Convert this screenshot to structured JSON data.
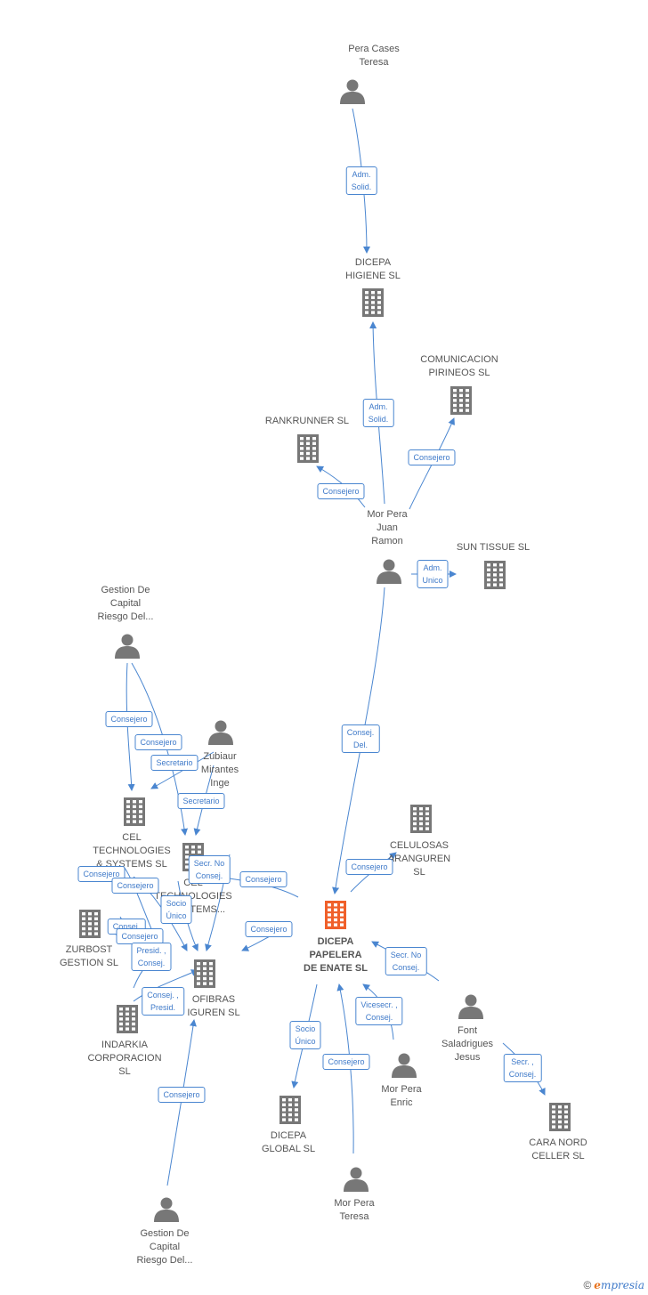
{
  "colors": {
    "edge": "#4a86d0",
    "node": "#777777",
    "focus": "#f0602a",
    "text": "#555555"
  },
  "nodes": [
    {
      "id": "pera_cases",
      "type": "person",
      "label": "Pera Cases\nTeresa"
    },
    {
      "id": "dicepa_higiene",
      "type": "company",
      "label": "DICEPA\nHIGIENE  SL"
    },
    {
      "id": "comunicacion",
      "type": "company",
      "label": "COMUNICACION\nPIRINEOS SL"
    },
    {
      "id": "rankrunner",
      "type": "company",
      "label": "RANKRUNNER SL"
    },
    {
      "id": "mor_juan",
      "type": "person",
      "label": "Mor Pera\nJuan\nRamon"
    },
    {
      "id": "sun_tissue",
      "type": "company",
      "label": "SUN TISSUE SL"
    },
    {
      "id": "gestion1",
      "type": "person",
      "label": "Gestion De\nCapital\nRiesgo Del..."
    },
    {
      "id": "zubiaur",
      "type": "person",
      "label": "Zubiaur\nMirantes\nInge"
    },
    {
      "id": "cel1",
      "type": "company",
      "label": "CEL\nTECHNOLOGIES\n& SYSTEMS  SL"
    },
    {
      "id": "cel2",
      "type": "company",
      "label": "CEL\nTECHNOLOGIES\n& SYSTEMS..."
    },
    {
      "id": "celulosas",
      "type": "company",
      "label": "CELULOSAS\nARANGUREN\nSL"
    },
    {
      "id": "zurbost",
      "type": "company",
      "label": "ZURBOST\nGESTION SL"
    },
    {
      "id": "ofibras",
      "type": "company",
      "label": "OFIBRAS\nIGUREN SL"
    },
    {
      "id": "dicepa_papelera",
      "type": "focus",
      "label": "DICEPA\nPAPELERA\nDE ENATE SL"
    },
    {
      "id": "indarkia",
      "type": "company",
      "label": "INDARKIA\nCORPORACION\nSL"
    },
    {
      "id": "font",
      "type": "person",
      "label": "Font\nSaladrigues\nJesus"
    },
    {
      "id": "mor_enric",
      "type": "person",
      "label": "Mor Pera\nEnric"
    },
    {
      "id": "dicepa_global",
      "type": "company",
      "label": "DICEPA\nGLOBAL  SL"
    },
    {
      "id": "cara_nord",
      "type": "company",
      "label": "CARA NORD\nCELLER SL"
    },
    {
      "id": "mor_teresa",
      "type": "person",
      "label": "Mor Pera\nTeresa"
    },
    {
      "id": "gestion2",
      "type": "person",
      "label": "Gestion De\nCapital\nRiesgo Del..."
    }
  ],
  "edges": [
    {
      "label": "Adm.\nSolid."
    },
    {
      "label": "Adm.\nSolid."
    },
    {
      "label": "Consejero"
    },
    {
      "label": "Consejero"
    },
    {
      "label": "Adm.\nUnico"
    },
    {
      "label": "Consej.\nDel."
    },
    {
      "label": "Consejero"
    },
    {
      "label": "Consejero"
    },
    {
      "label": "Secretario"
    },
    {
      "label": "Secretario"
    },
    {
      "label": "Secr.  No\nConsej."
    },
    {
      "label": "Consejero"
    },
    {
      "label": "Consejero"
    },
    {
      "label": "Consejero"
    },
    {
      "label": "Consejero"
    },
    {
      "label": "Socio\nÚnico"
    },
    {
      "label": "Consej."
    },
    {
      "label": "Consejero"
    },
    {
      "label": "Presid. ,\nConsej."
    },
    {
      "label": "Consej. ,\nPresid."
    },
    {
      "label": "Consejero"
    },
    {
      "label": "Consejero"
    },
    {
      "label": "Secr.  No\nConsej."
    },
    {
      "label": "Vicesecr. ,\nConsej."
    },
    {
      "label": "Socio\nÚnico"
    },
    {
      "label": "Consejero"
    },
    {
      "label": "Secr. ,\nConsej."
    }
  ],
  "footer": {
    "copyright": "©",
    "brand_initial": "e",
    "brand_rest": "mpresia"
  }
}
